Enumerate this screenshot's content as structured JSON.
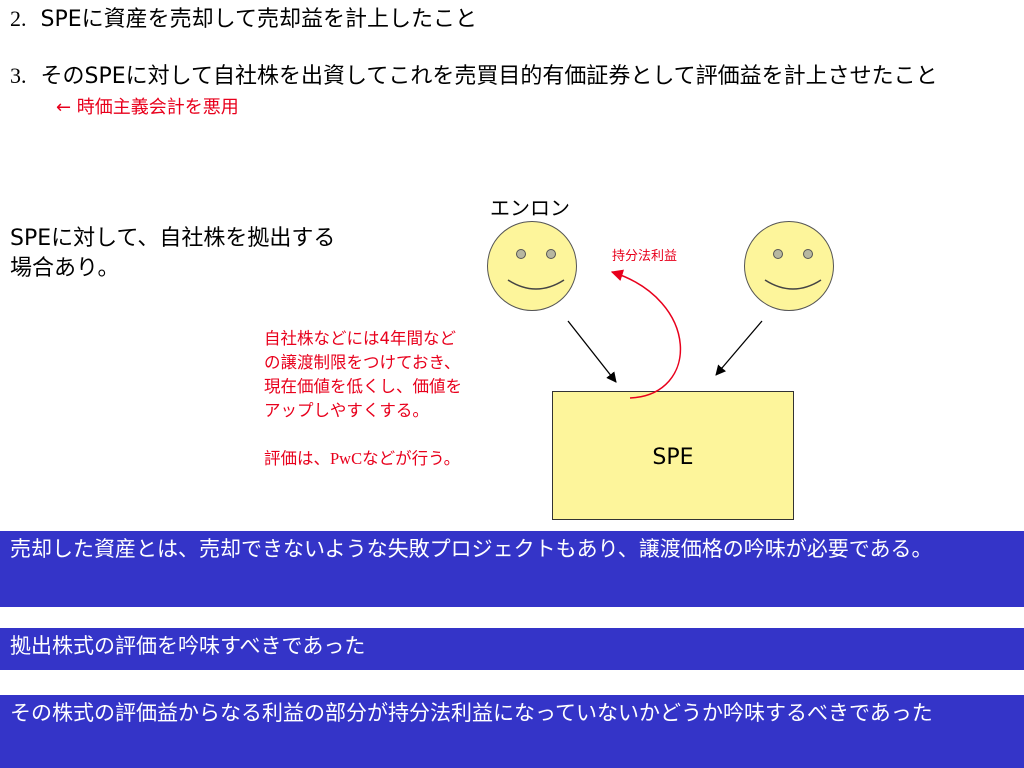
{
  "items": [
    {
      "num": "2.",
      "text": "SPEに資産を売却して売却益を計上したこと"
    },
    {
      "num": "3.",
      "text": "そのSPEに対して自社株を出資してこれを売買目的有価証券として評価益を計上させたこと",
      "note": "←  時価主義会計を悪用"
    }
  ],
  "left_note": [
    "SPEに対して、自社株を拠出する",
    "場合あり。"
  ],
  "diagram": {
    "enron_label": "エンロン",
    "equity_label": "持分法利益",
    "spe_label": "SPE",
    "red_note": [
      "自社株などには4年間など",
      "の譲渡制限をつけておき、",
      "現在価値を低くし、価値を",
      "アップしやすくする。"
    ],
    "evaluation_pre": "評価は、",
    "evaluation_pwc": "PwC",
    "evaluation_post": "などが行う。"
  },
  "bands": [
    "売却した資産とは、売却できないような失敗プロジェクトもあり、譲渡価格の吟味が必要である。",
    "拠出株式の評価を吟味すべきであった",
    "その株式の評価益からなる利益の部分が持分法利益になっていないかどうか吟味するべきであった"
  ],
  "colors": {
    "accent_red": "#e8001c",
    "band_blue": "#3434c8",
    "face_yellow": "#fdf59b"
  }
}
